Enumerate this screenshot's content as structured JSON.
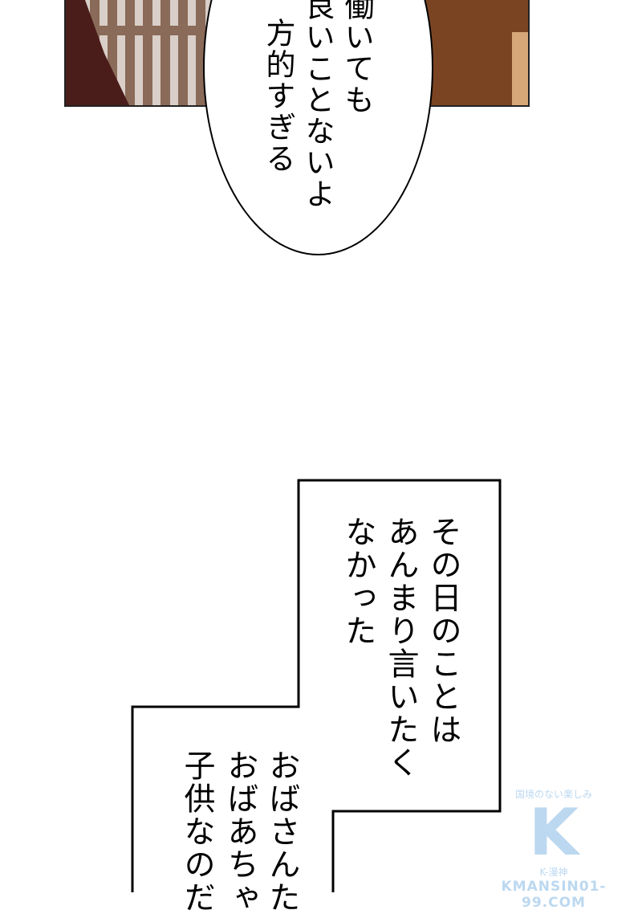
{
  "bubble": {
    "lines": [
      "働いても",
      "良いことないよ",
      "方的すぎる"
    ]
  },
  "caption": {
    "upper_lines": [
      "その日のことは",
      "あんまり言いたく",
      "なかった"
    ],
    "lower_lines": [
      "おばさんた",
      "おばあちゃ",
      "子供なのだ"
    ]
  },
  "watermark": {
    "tagline": "国境のない楽しみ",
    "logo": "K",
    "brand": "K-漫神",
    "url": "KMANSIN01-99.COM"
  }
}
